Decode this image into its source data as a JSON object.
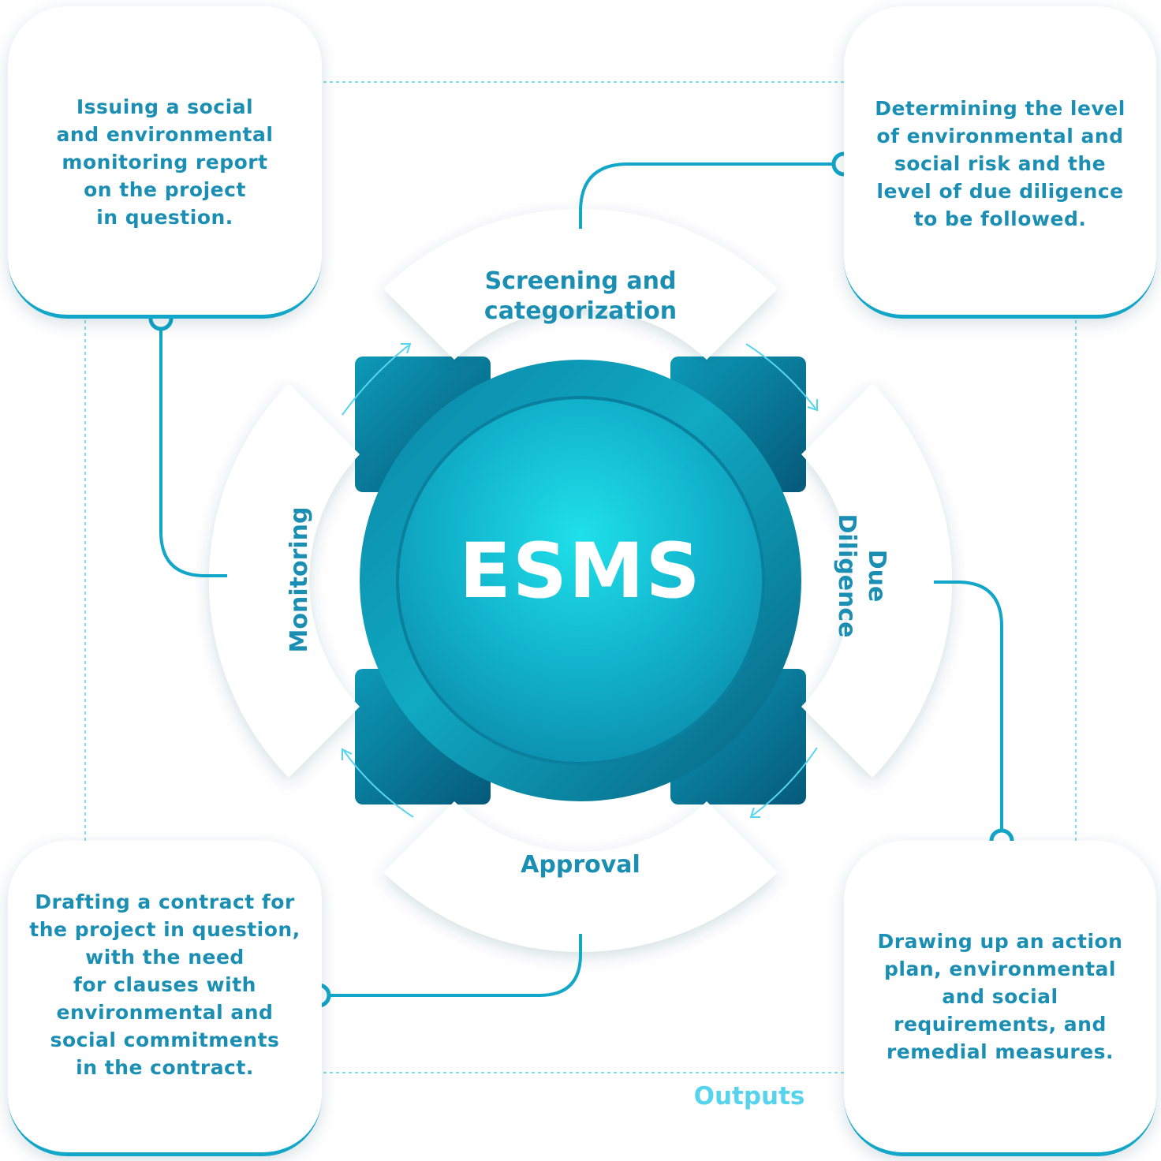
{
  "center": {
    "title": "ESMS"
  },
  "stages": {
    "screening": "Screening and\ncategorization",
    "due_diligence": "Due\nDiligence",
    "approval": "Approval",
    "monitoring": "Monitoring"
  },
  "outputs": {
    "label": "Outputs",
    "top_left": "Issuing a social\nand environmental\nmonitoring report\non the project\nin question.",
    "top_right": "Determining the level\nof environmental and\nsocial risk and the\nlevel of due diligence\nto be followed.",
    "bottom_left": "Drafting a contract for\nthe project in question,\nwith the need\nfor clauses with\nenvironmental and\nsocial commitments\nin the contract.",
    "bottom_right": "Drawing up an action\nplan, environmental\nand social\nrequirements, and\nremedial measures."
  },
  "colors": {
    "accent": "#1a8fb3",
    "connector": "#12a6c8",
    "light_accent": "#56d4ee",
    "core_dark": "#066f8f",
    "core_light": "#1cdbe6"
  }
}
